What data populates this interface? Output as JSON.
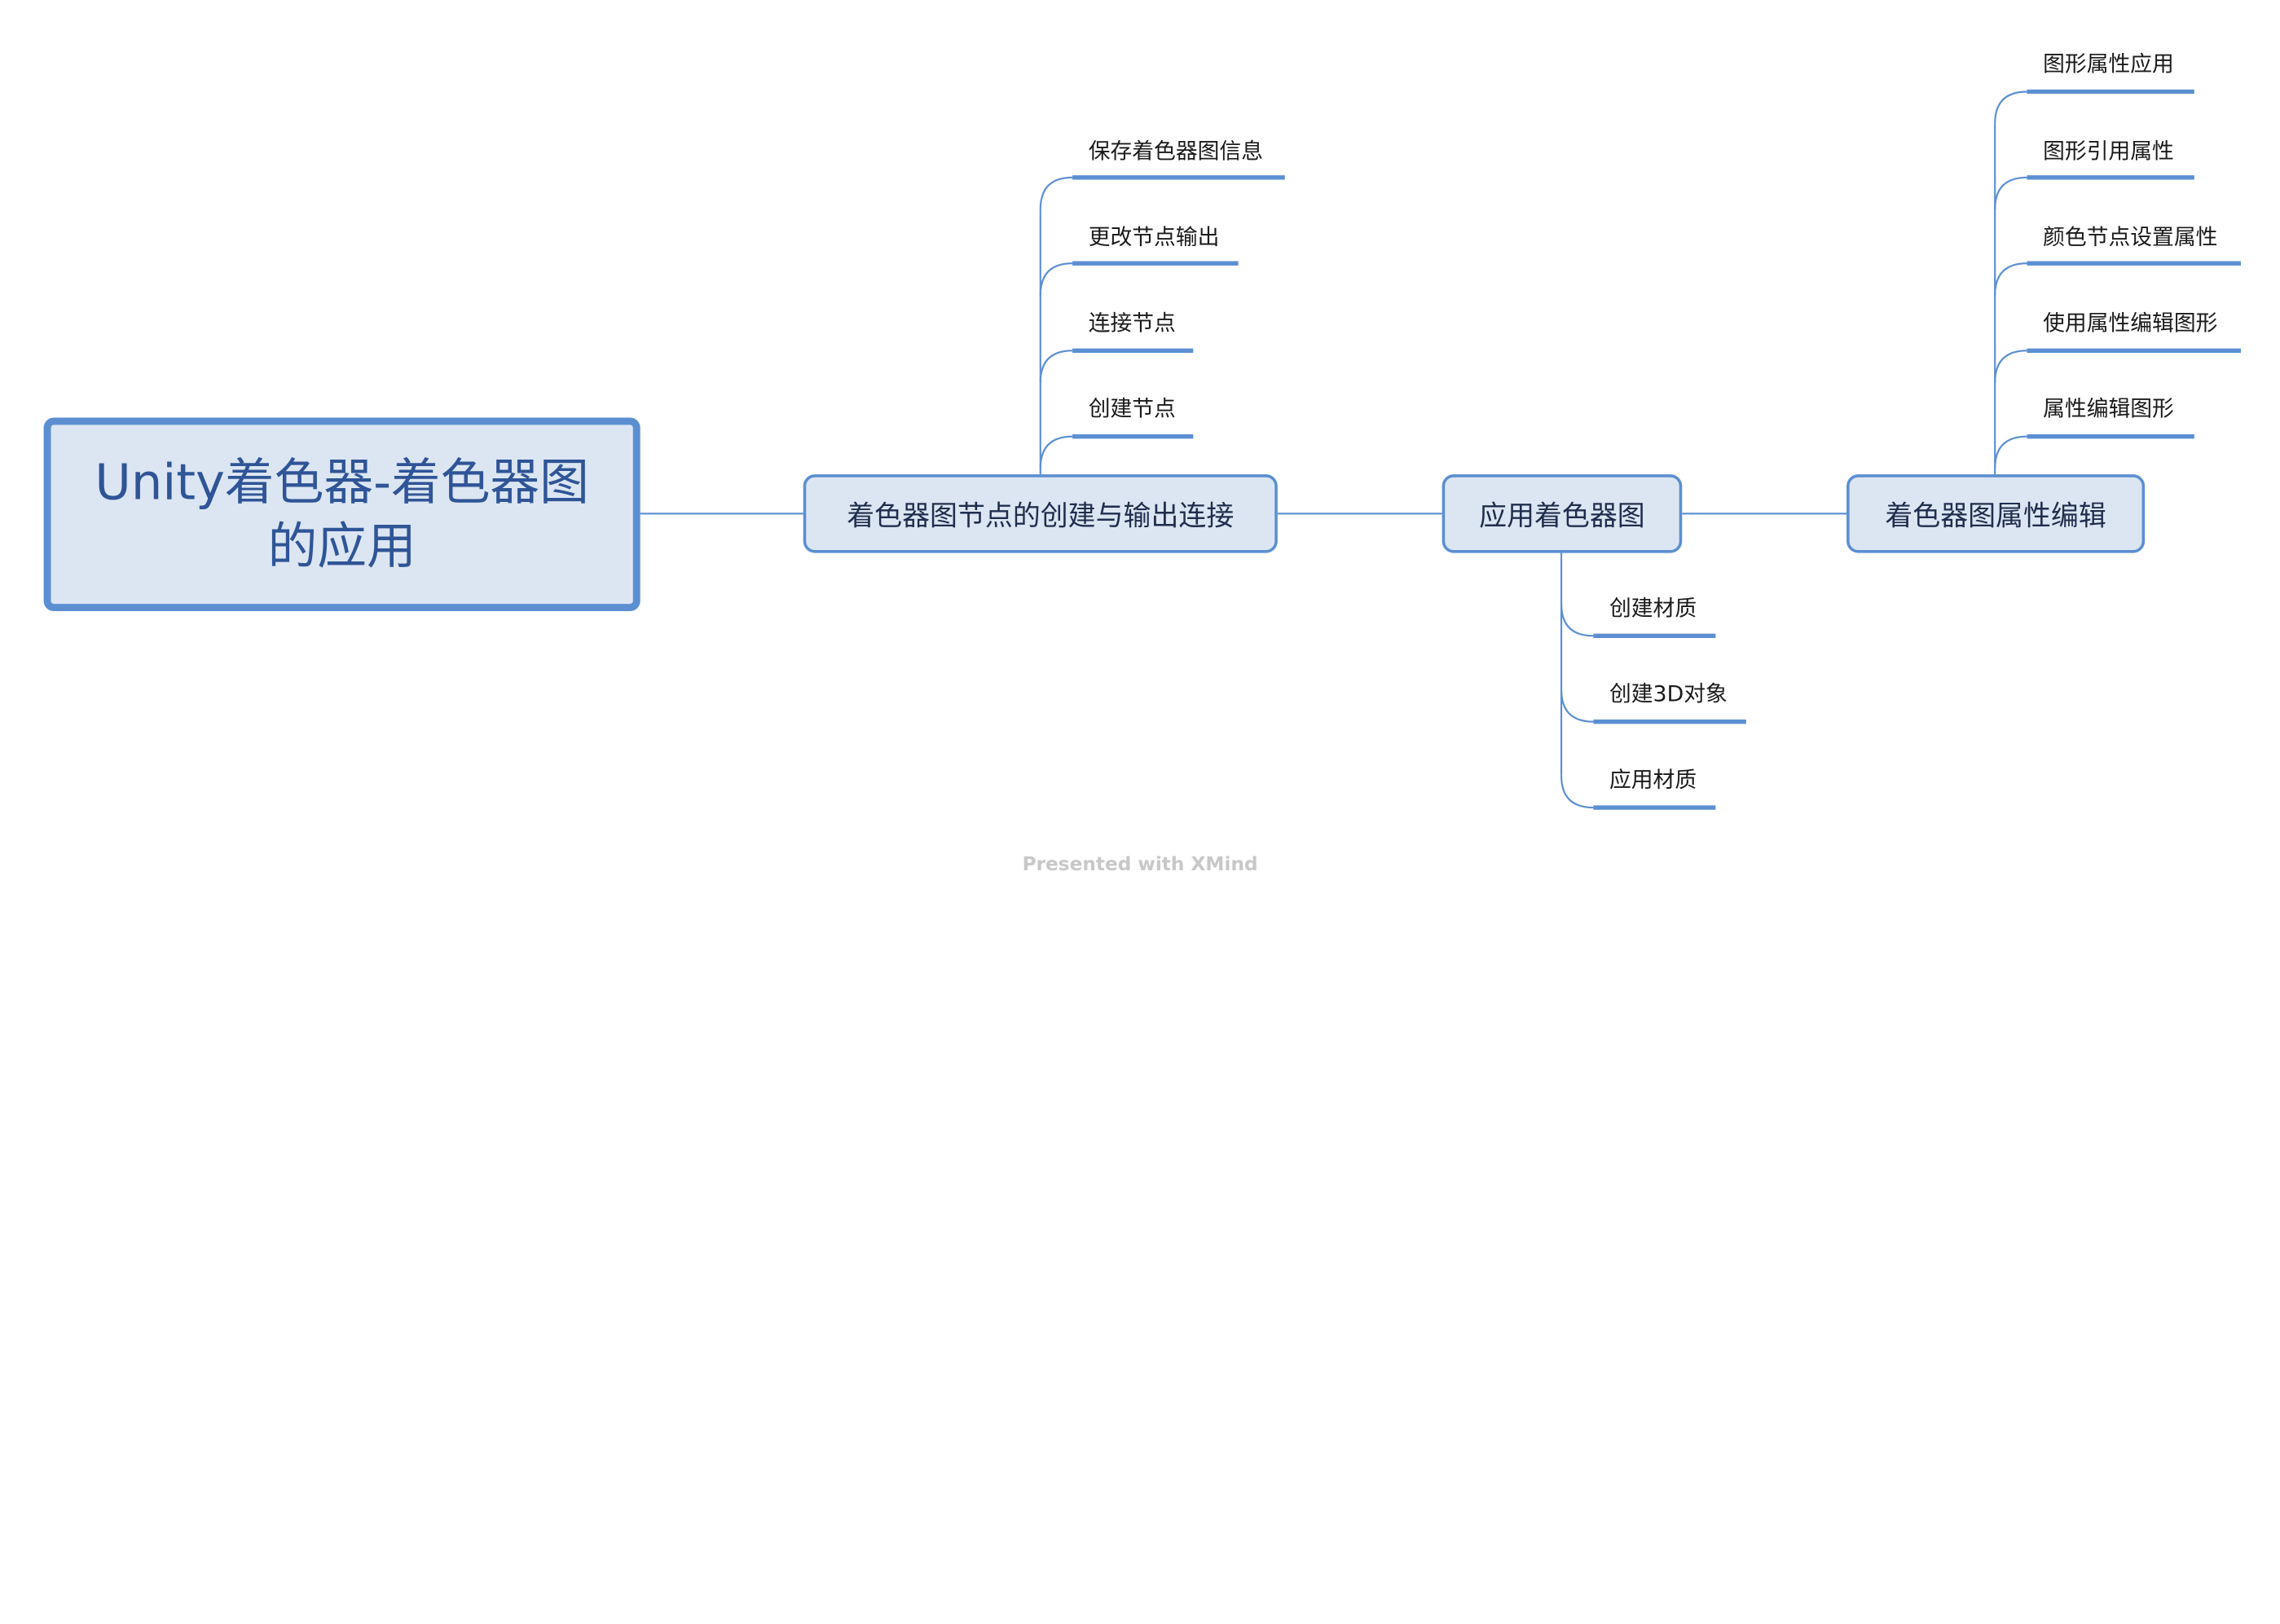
{
  "root": {
    "label": "Unity着色器-着色器图的应用"
  },
  "topics": [
    {
      "label": "着色器图节点的创建与输出连接",
      "children": [
        "保存着色器图信息",
        "更改节点输出",
        "连接节点",
        "创建节点"
      ]
    },
    {
      "label": "应用着色器图",
      "children": [
        "创建材质",
        "创建3D对象",
        "应用材质"
      ]
    },
    {
      "label": "着色器图属性编辑",
      "children": [
        "图形属性应用",
        "图形引用属性",
        "颜色节点设置属性",
        "使用属性编辑图形",
        "属性编辑图形"
      ]
    }
  ],
  "footer": "Presented with XMind",
  "colors": {
    "line": "#5b8fd2",
    "fill": "#dce6f2",
    "root_text": "#2f5597"
  }
}
